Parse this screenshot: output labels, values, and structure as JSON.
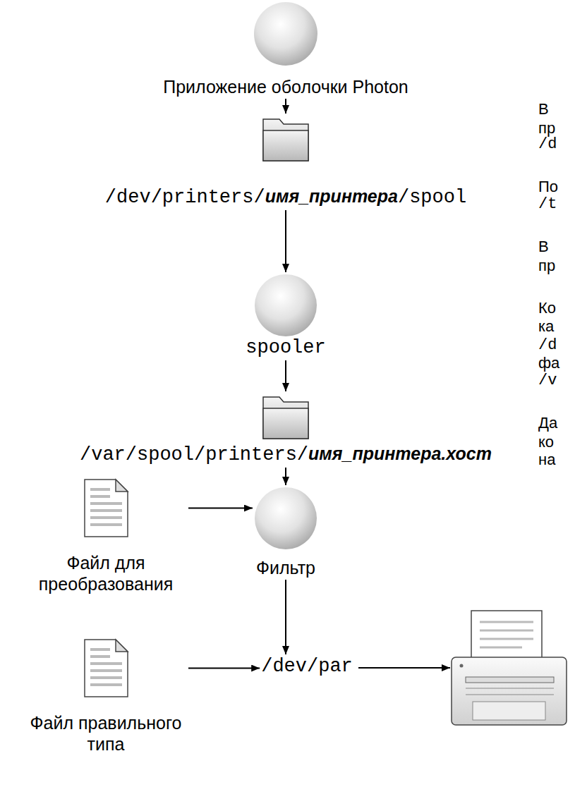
{
  "diagram": {
    "nodes": [
      {
        "text": [
          "Приложение оболочки Photon"
        ]
      },
      {
        "text": [
          "/dev/printers/имя_принтера/spool"
        ]
      },
      {
        "text": [
          "spooler"
        ]
      },
      {
        "text": [
          "/var/spool/printers/имя_принтера.хост"
        ]
      },
      {
        "text": [
          "Фильтр"
        ]
      },
      {
        "text": [
          "Файл для преобразования"
        ]
      },
      {
        "text": [
          "/dev/par"
        ]
      },
      {
        "text": [
          "Файл правильного типа"
        ]
      }
    ],
    "edges": [
      {
        "from": 0,
        "to": 1,
        "arrow": "to"
      },
      {
        "from": 1,
        "to": 2,
        "arrow": "to"
      },
      {
        "from": 2,
        "to": 3,
        "arrow": "to"
      },
      {
        "from": 3,
        "to": 4,
        "arrow": "to"
      },
      {
        "from": 5,
        "to": 4,
        "arrow": "to"
      },
      {
        "from": 4,
        "to": 6,
        "arrow": "to"
      },
      {
        "from": 7,
        "to": 6,
        "arrow": "to"
      }
    ],
    "labels": [
      "В",
      "пр",
      "/d",
      "По",
      "/t",
      "В",
      "пр",
      "Ко",
      "ка",
      "/d",
      "фа",
      "/v",
      "Да",
      "ко",
      "на"
    ]
  }
}
